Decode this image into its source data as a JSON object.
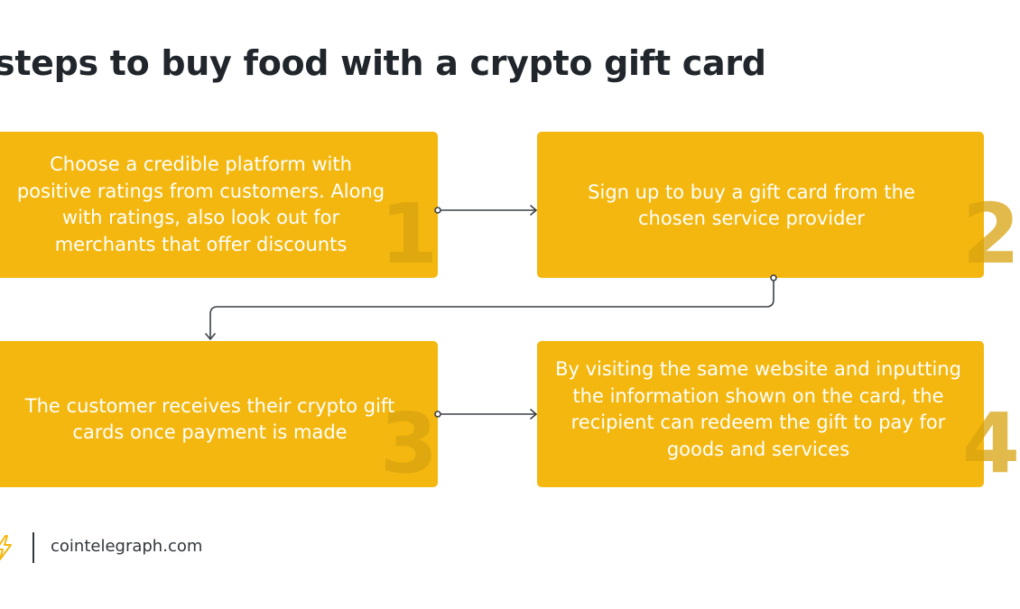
{
  "title": "steps to buy food with a crypto gift card",
  "steps": [
    {
      "number": "1",
      "text": "Choose a credible platform with positive ratings from customers. Along with ratings, also look out for merchants that offer discounts"
    },
    {
      "number": "2",
      "text": "Sign up to buy a gift card from the chosen service provider"
    },
    {
      "number": "3",
      "text": "The customer receives their crypto gift cards once payment is made"
    },
    {
      "number": "4",
      "text": "By visiting the same website and inputting the information shown on the card, the recipient can redeem the gift to pay for goods and services"
    }
  ],
  "footer": {
    "site": "cointelegraph.com",
    "logo_icon": "lightning-bolt-icon"
  },
  "colors": {
    "card": "#f4b70f",
    "step_number": "#d9a40f",
    "title": "#20262b",
    "connector": "#3a4046",
    "footer_text": "#30363b"
  }
}
